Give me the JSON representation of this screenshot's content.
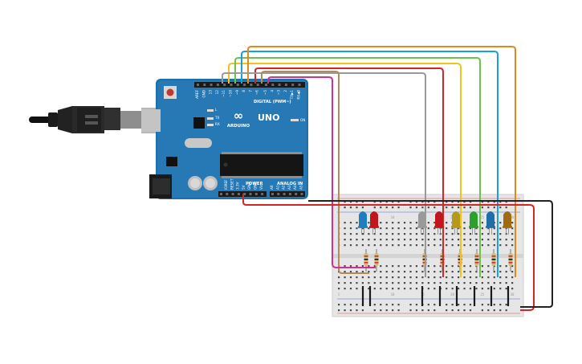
{
  "board": {
    "logo": "∞",
    "name": "ARDUINO",
    "model": "UNO",
    "digital_label": "DIGITAL (PWM~)",
    "power_label": "POWER",
    "analog_label": "ANALOG IN",
    "on_label": "ON",
    "tx_label": "TX",
    "rx_label": "RX",
    "l_label": "L",
    "digital_pins": [
      "AREF",
      "GND",
      "13",
      "12",
      "~11",
      "~10",
      "~9",
      "8",
      "7",
      "~6",
      "~5",
      "4",
      "~3",
      "2",
      "TX▶1",
      "RX◀0"
    ],
    "power_pins": [
      "IOREF",
      "RESET",
      "3.3V",
      "5V",
      "GND",
      "GND",
      "Vin"
    ],
    "analog_pins": [
      "A0",
      "A1",
      "A2",
      "A3",
      "A4",
      "A5"
    ]
  },
  "breadboard": {
    "column_numbers": [
      "1",
      "5",
      "10",
      "15",
      "20",
      "25",
      "30"
    ]
  },
  "components": {
    "leds": [
      {
        "color": "#1e7fc0"
      },
      {
        "color": "#c0161c"
      },
      {
        "color": "#9a9a9a"
      },
      {
        "color": "#c0161c"
      },
      {
        "color": "#b59a1a"
      },
      {
        "color": "#2aa12a"
      },
      {
        "color": "#1e6fa8"
      },
      {
        "color": "#a06a10"
      }
    ],
    "wire_colors": [
      "#e08a1a",
      "#1aa0d8",
      "#6cc24a",
      "#f0c419",
      "#d32626",
      "#9a9a9a",
      "#b48a5a",
      "#d0338f",
      "#222222"
    ]
  }
}
